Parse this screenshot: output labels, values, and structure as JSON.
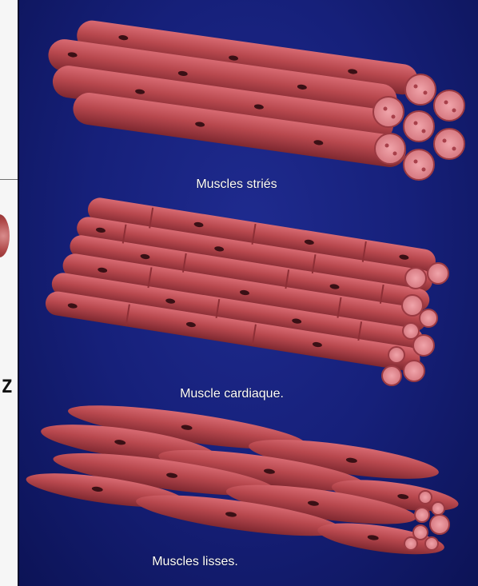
{
  "figure": {
    "captions": {
      "striated": "Muscles striés",
      "cardiac": "Muscle cardiaque.",
      "smooth": "Muscles lisses."
    }
  },
  "colors": {
    "background": "#16207a",
    "fiber": "#b8484e",
    "fiber_dark": "#8e2f36",
    "fiber_light": "#d66a70",
    "nucleus": "#3a1015",
    "section": "#e58a92"
  }
}
